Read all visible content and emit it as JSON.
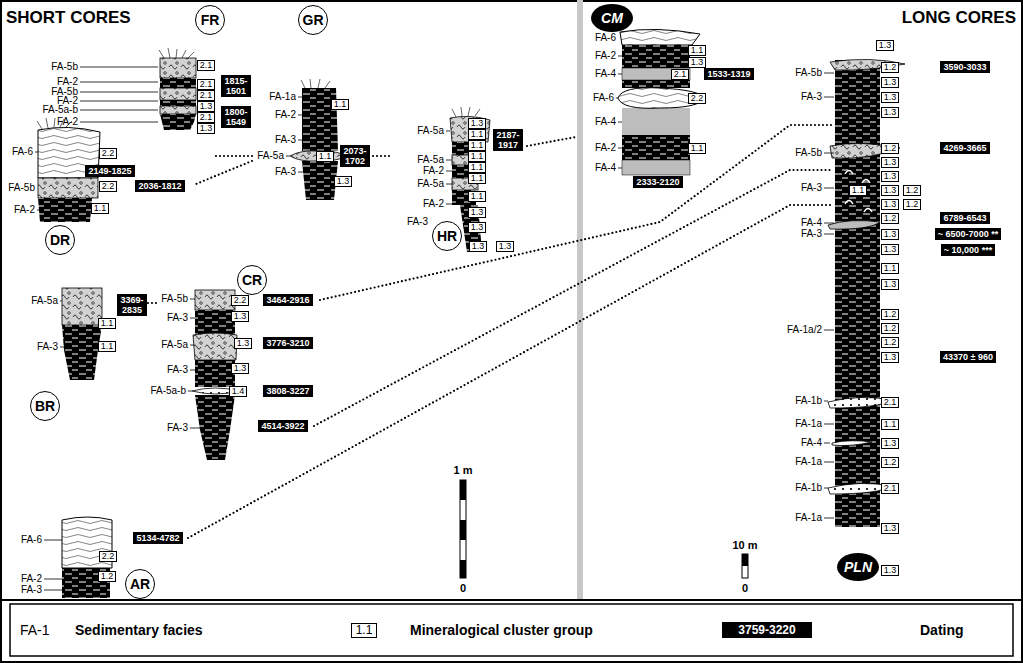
{
  "diagram": {
    "nodes": [
      {
        "text": [
          "FR"
        ]
      },
      {
        "text": [
          "2.1"
        ]
      },
      {
        "text": [
          "2.1"
        ]
      },
      {
        "text": [
          "1815- 1501"
        ]
      },
      {
        "text": [
          "2.1"
        ]
      },
      {
        "text": [
          "1.3"
        ]
      },
      {
        "text": [
          "2.1"
        ]
      },
      {
        "text": [
          "1800- 1549"
        ]
      },
      {
        "text": [
          "1.3"
        ]
      },
      {
        "text": [
          "GR"
        ]
      },
      {
        "text": [
          "1.1"
        ]
      },
      {
        "text": [
          "1.1"
        ]
      },
      {
        "text": [
          "2073- 1702"
        ]
      },
      {
        "text": [
          "1.3"
        ]
      },
      {
        "text": [
          "DR"
        ]
      },
      {
        "text": [
          "2.2"
        ]
      },
      {
        "text": [
          "2149-1825"
        ]
      },
      {
        "text": [
          "2.2"
        ]
      },
      {
        "text": [
          "2036-1812"
        ]
      },
      {
        "text": [
          "1.1"
        ]
      },
      {
        "text": [
          "HR"
        ]
      },
      {
        "text": [
          "1.3"
        ]
      },
      {
        "text": [
          "2187- 1917"
        ]
      },
      {
        "text": [
          "1.1"
        ]
      },
      {
        "text": [
          "1.1"
        ]
      },
      {
        "text": [
          "1.1"
        ]
      },
      {
        "text": [
          "1.1"
        ]
      },
      {
        "text": [
          "1.1"
        ]
      },
      {
        "text": [
          "1.1"
        ]
      },
      {
        "text": [
          "1.3"
        ]
      },
      {
        "text": [
          "1.3"
        ]
      },
      {
        "text": [
          "1.3"
        ]
      },
      {
        "text": [
          "1.3"
        ]
      },
      {
        "text": [
          "BR"
        ]
      },
      {
        "text": [
          "3369- 2835"
        ]
      },
      {
        "text": [
          "1.1"
        ]
      },
      {
        "text": [
          "1.1"
        ]
      },
      {
        "text": [
          "CR"
        ]
      },
      {
        "text": [
          "2.2"
        ]
      },
      {
        "text": [
          "3464-2916"
        ]
      },
      {
        "text": [
          "1.3"
        ]
      },
      {
        "text": [
          "1.3"
        ]
      },
      {
        "text": [
          "3776-3210"
        ]
      },
      {
        "text": [
          "1.3"
        ]
      },
      {
        "text": [
          "1.4"
        ]
      },
      {
        "text": [
          "3808-3227"
        ]
      },
      {
        "text": [
          "4514-3922"
        ]
      },
      {
        "text": [
          "AR"
        ]
      },
      {
        "text": [
          "5134-4782"
        ]
      },
      {
        "text": [
          "2.2"
        ]
      },
      {
        "text": [
          "1.2"
        ]
      },
      {
        "text": [
          "CM"
        ]
      },
      {
        "text": [
          "1.1"
        ]
      },
      {
        "text": [
          "1.3"
        ]
      },
      {
        "text": [
          "2.1"
        ]
      },
      {
        "text": [
          "1533-1319"
        ]
      },
      {
        "text": [
          "2.2"
        ]
      },
      {
        "text": [
          "1.1"
        ]
      },
      {
        "text": [
          "2333-2120"
        ]
      },
      {
        "text": [
          "PLN"
        ]
      },
      {
        "text": [
          "1.3"
        ]
      },
      {
        "text": [
          "1.2"
        ]
      },
      {
        "text": [
          "3590-3033"
        ]
      },
      {
        "text": [
          "1.3"
        ]
      },
      {
        "text": [
          "1.3"
        ]
      },
      {
        "text": [
          "1.3"
        ]
      },
      {
        "text": [
          "1.2"
        ]
      },
      {
        "text": [
          "4269-3665"
        ]
      },
      {
        "text": [
          "1.3"
        ]
      },
      {
        "text": [
          "1.3"
        ]
      },
      {
        "text": [
          "1.1"
        ]
      },
      {
        "text": [
          "1.3"
        ]
      },
      {
        "text": [
          "1.2"
        ]
      },
      {
        "text": [
          "1.3"
        ]
      },
      {
        "text": [
          "1.2"
        ]
      },
      {
        "text": [
          "1.2"
        ]
      },
      {
        "text": [
          "6789-6543"
        ]
      },
      {
        "text": [
          "1.3"
        ]
      },
      {
        "text": [
          "~ 6500-7000 **"
        ]
      },
      {
        "text": [
          "1.3"
        ]
      },
      {
        "text": [
          "~ 10,000 ***"
        ]
      },
      {
        "text": [
          "1.1"
        ]
      },
      {
        "text": [
          "1.3"
        ]
      },
      {
        "text": [
          "1.2"
        ]
      },
      {
        "text": [
          "1.2"
        ]
      },
      {
        "text": [
          "1.2"
        ]
      },
      {
        "text": [
          "1.3"
        ]
      },
      {
        "text": [
          "43370 ± 960"
        ]
      },
      {
        "text": [
          "2.1"
        ]
      },
      {
        "text": [
          "1.1"
        ]
      },
      {
        "text": [
          "1.3"
        ]
      },
      {
        "text": [
          "1.2"
        ]
      },
      {
        "text": [
          "2.1"
        ]
      },
      {
        "text": [
          "1.3"
        ]
      },
      {
        "text": [
          "1.3"
        ]
      }
    ],
    "labels": [
      "SHORT CORES",
      "LONG CORES",
      "FA-5b",
      "FA-2",
      "FA-5b",
      "FA-2",
      "FA-5a-b",
      "FA-2",
      "FA-6",
      "FA-5b",
      "FA-2",
      "FA-1a",
      "FA-2",
      "FA-3",
      "FA-5a",
      "FA-3",
      "FA-5a",
      "FA-5a",
      "FA-2",
      "FA-5a",
      "FA-2",
      "FA-3",
      "FA-5a",
      "FA-3",
      "FA-5b",
      "FA-3",
      "FA-5a",
      "FA-3",
      "FA-5a-b",
      "FA-3",
      "FA-6",
      "FA-2",
      "FA-3",
      "1 m",
      "0",
      "FA-6",
      "FA-2",
      "FA-4",
      "FA-6",
      "FA-4",
      "FA-2",
      "FA-4",
      "FA-5b",
      "FA-3",
      "FA-5b",
      "FA-3",
      "FA-4",
      "FA-3",
      "FA-1a/2",
      "FA-1b",
      "FA-1a",
      "FA-4",
      "FA-1a",
      "FA-1b",
      "FA-1a",
      "10 m",
      "0",
      "FA-1",
      "1.1",
      "3759-3220"
    ],
    "legend": [
      {
        "text": "Sedimentary facies"
      },
      {
        "text": "Mineralogical cluster group"
      },
      {
        "text": "Dating"
      }
    ]
  }
}
